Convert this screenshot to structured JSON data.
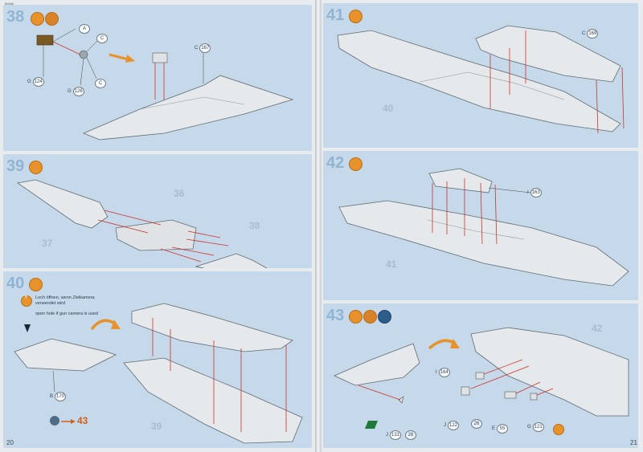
{
  "left_page": {
    "number": "20",
    "print_code": "80686",
    "steps": [
      {
        "number": "38",
        "icons": [
          "glue-icon",
          "tool-icon"
        ],
        "callouts": [
          {
            "letter": "A"
          },
          {
            "letter": "C"
          },
          {
            "letter": "C"
          },
          {
            "letter": "G",
            "part": "124"
          },
          {
            "letter": "G",
            "part": "126"
          },
          {
            "letter": "C",
            "part": "167"
          }
        ]
      },
      {
        "number": "39",
        "icons": [
          "glue-icon"
        ],
        "part_numbers": [
          "36",
          "37",
          "38"
        ]
      },
      {
        "number": "40",
        "icons": [
          "glue-icon"
        ],
        "notes": [
          {
            "icon": "?",
            "text_de": "Loch öffnen, wenn Zielkamera verwendet wird",
            "text_en": "open hole if gun camera is used"
          }
        ],
        "callouts": [
          {
            "letter": "B",
            "part": "170"
          }
        ],
        "ref_step": "43",
        "part_numbers": [
          "39"
        ]
      }
    ]
  },
  "right_page": {
    "number": "21",
    "steps": [
      {
        "number": "41",
        "icons": [
          "glue-icon"
        ],
        "callouts": [
          {
            "letter": "C",
            "part": "169"
          }
        ],
        "part_numbers": [
          "40"
        ]
      },
      {
        "number": "42",
        "icons": [
          "glue-icon"
        ],
        "callouts": [
          {
            "letter": "I",
            "part": "163"
          }
        ],
        "part_numbers": [
          "41"
        ]
      },
      {
        "number": "43",
        "icons": [
          "glue-icon",
          "tool-icon",
          "paint-icon"
        ],
        "callouts": [
          {
            "letter": "I",
            "part": "164"
          },
          {
            "letter": "J",
            "part": "122"
          },
          {
            "letter": "E",
            "part": "55"
          },
          {
            "letter": "G",
            "part": "121"
          },
          {
            "letter": "J",
            "part": "131"
          }
        ],
        "part_numbers": [
          "42"
        ],
        "colors": [
          {
            "code": "26"
          },
          {
            "code": "26"
          }
        ]
      }
    ]
  },
  "colors": {
    "panel": "#c5d9ea",
    "page": "#e9ecef",
    "accent_orange": "#e8922b",
    "arrow_red": "#d0302a",
    "part_gray": "#dfe3e6"
  }
}
